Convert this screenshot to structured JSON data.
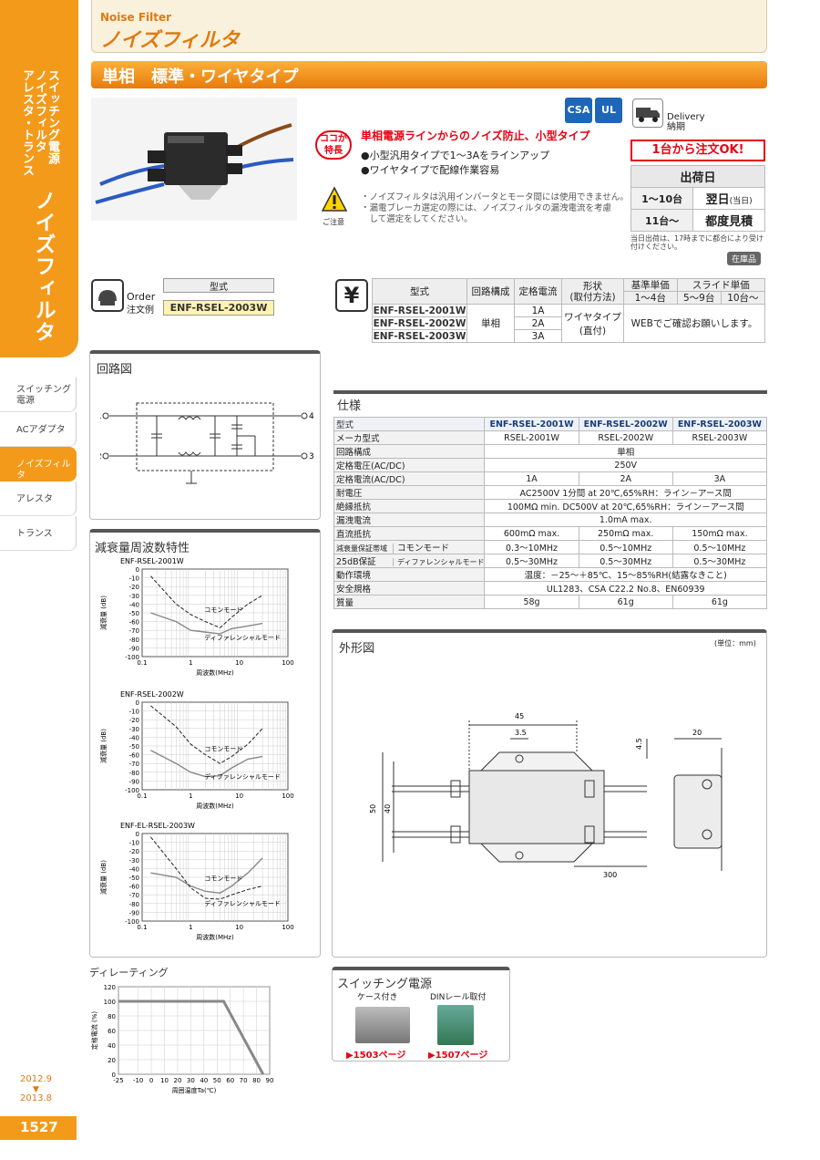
{
  "header": {
    "category_en": "Noise Filter",
    "category_jp": "ノイズフィルタ",
    "title": "単相　標準・ワイヤタイプ"
  },
  "sidebar": {
    "cat1": "スイッチング電源",
    "cat2": "ノイズフィルタ",
    "cat3": "アレスタ・トランス",
    "current": "ノイズフィルタ",
    "nav": [
      {
        "label": "スイッチング\n電源",
        "active": false
      },
      {
        "label": "ACアダプタ",
        "active": false
      },
      {
        "label": "ノイズフィルタ",
        "active": true
      },
      {
        "label": "アレスタ",
        "active": false
      },
      {
        "label": "トランス",
        "active": false
      }
    ],
    "year_from": "2012.9",
    "year_to": "2013.8",
    "page": "1527"
  },
  "badges": {
    "csa": "CSA",
    "ul": "UL"
  },
  "features": {
    "label_1": "ココが",
    "label_2": "特長",
    "headline": "単相電源ラインからのノイズ防止、小型タイプ",
    "bullets": [
      "●小型汎用タイプで1～3Aをラインアップ",
      "●ワイヤタイプで配線作業容易"
    ]
  },
  "warning": {
    "label": "ご注意",
    "lines": [
      "・ノイズフィルタは汎用インバータとモータ間には使用できません。",
      "・漏電ブレーカ選定の際には、ノイズフィルタの漏洩電流を考慮",
      "　して選定をしてください。"
    ]
  },
  "delivery": {
    "title_en": "Delivery",
    "title_jp": "納期",
    "one_unit": "1台から注文OK!",
    "ship_head": "出荷日",
    "rows": [
      {
        "qty": "1～10台",
        "when": "翌日",
        "sub": "(当日)"
      },
      {
        "qty": "11台～",
        "when": "都度見積",
        "sub": ""
      }
    ],
    "note": "当日出荷は、17時までに都合により受け付けください。",
    "stock": "在庫品"
  },
  "order": {
    "en": "Order",
    "jp": "注文例",
    "model_label": "型式",
    "example": "ENF-RSEL-2003W"
  },
  "price": {
    "headers": [
      "型式",
      "回路構成",
      "定格電流",
      "形状\n(取付方法)",
      "基準単価",
      "スライド単価"
    ],
    "sub_headers": [
      "1～4台",
      "5～9台",
      "10台～"
    ],
    "models": [
      "ENF-RSEL-2001W",
      "ENF-RSEL-2002W",
      "ENF-RSEL-2003W"
    ],
    "circuit": "単相",
    "currents": [
      "1A",
      "2A",
      "3A"
    ],
    "shape": "ワイヤタイプ\n(直付)",
    "price_note": "WEBでご確認お願いします。"
  },
  "circuit": {
    "title": "回路図",
    "pins": [
      "1",
      "2",
      "4",
      "3"
    ]
  },
  "spec": {
    "title": "仕様",
    "header": [
      "型式",
      "ENF-RSEL-2001W",
      "ENF-RSEL-2002W",
      "ENF-RSEL-2003W"
    ],
    "rows": [
      {
        "k": "メーカ型式",
        "v": [
          "RSEL-2001W",
          "RSEL-2002W",
          "RSEL-2003W"
        ]
      },
      {
        "k": "回路構成",
        "span": "単相"
      },
      {
        "k": "定格電圧(AC/DC)",
        "span": "250V"
      },
      {
        "k": "定格電流(AC/DC)",
        "v": [
          "1A",
          "2A",
          "3A"
        ]
      },
      {
        "k": "耐電圧",
        "span": "AC2500V 1分間 at 20℃,65%RH：ライン－アース間"
      },
      {
        "k": "絶縁抵抗",
        "span": "100MΩ min. DC500V at 20℃,65%RH：ライン－アース間"
      },
      {
        "k": "漏洩電流",
        "span": "1.0mA max."
      },
      {
        "k": "直流抵抗",
        "v": [
          "600mΩ max.",
          "250mΩ max.",
          "150mΩ max."
        ]
      },
      {
        "k": "コモンモード",
        "v": [
          "0.3～10MHz",
          "0.5～10MHz",
          "0.5～10MHz"
        ]
      },
      {
        "k": "ディファレンシャルモード",
        "v": [
          "0.5～30MHz",
          "0.5～30MHz",
          "0.5～30MHz"
        ]
      },
      {
        "k": "動作環境",
        "span": "温度：－25～＋85℃、15～85%RH(結露なきこと)"
      },
      {
        "k": "安全規格",
        "span": "UL1283、CSA C22.2 No.8、EN60939"
      },
      {
        "k": "質量",
        "v": [
          "58g",
          "61g",
          "61g"
        ]
      }
    ],
    "group1": "減衰量保証帯域",
    "group2": "25dB保証"
  },
  "attenuation": {
    "title": "減衰量周波数特性",
    "ylabel": "減衰量 (dB)",
    "xlabel": "周波数(MHz)",
    "ytick": [
      "0",
      "-10",
      "-20",
      "-30",
      "-40",
      "-50",
      "-60",
      "-70",
      "-80",
      "-90",
      "-100"
    ],
    "xtick": [
      "0.1",
      "1",
      "10",
      "100"
    ],
    "common": "コモンモード",
    "diff": "ディファレンシャルモード",
    "charts": [
      "ENF-RSEL-2001W",
      "ENF-RSEL-2002W",
      "ENF-EL-RSEL-2003W"
    ]
  },
  "dimension": {
    "title": "外形図",
    "unit": "(単位：mm)",
    "labels": [
      "45",
      "3.5",
      "4.5",
      "20",
      "50",
      "40",
      "300"
    ]
  },
  "derating": {
    "title": "ディレーティング",
    "ylabel": "定格電流 (%)",
    "xlabel": "周囲温度Ta(℃)",
    "yticks": [
      "120",
      "100",
      "80",
      "60",
      "40",
      "20",
      "0"
    ],
    "xticks": [
      "-25",
      "-10",
      "0",
      "10",
      "20",
      "30",
      "40",
      "50",
      "60",
      "70",
      "80",
      "90"
    ]
  },
  "chart_data": [
    {
      "type": "line",
      "title": "ディレーティング",
      "xlabel": "周囲温度Ta(℃)",
      "ylabel": "定格電流 (%)",
      "x": [
        -25,
        55,
        85
      ],
      "values": [
        100,
        100,
        0
      ],
      "xlim": [
        -25,
        90
      ],
      "ylim": [
        0,
        120
      ],
      "grid": true
    },
    {
      "type": "line",
      "title": "ENF-RSEL-2001W",
      "xlabel": "周波数(MHz)",
      "ylabel": "減衰量 (dB)",
      "xlim": [
        0.1,
        100
      ],
      "ylim": [
        -100,
        0
      ],
      "series": [
        {
          "name": "コモンモード",
          "x": [
            0.15,
            0.5,
            1,
            2,
            4,
            7,
            15,
            30
          ],
          "values": [
            -8,
            -40,
            -52,
            -60,
            -67,
            -55,
            -40,
            -30
          ]
        },
        {
          "name": "ディファレンシャルモード",
          "x": [
            0.15,
            0.5,
            1,
            2,
            4,
            7,
            15,
            30
          ],
          "values": [
            -50,
            -60,
            -70,
            -72,
            -74,
            -68,
            -65,
            -62
          ]
        }
      ]
    },
    {
      "type": "line",
      "title": "ENF-RSEL-2002W",
      "xlabel": "周波数(MHz)",
      "ylabel": "減衰量 (dB)",
      "xlim": [
        0.1,
        100
      ],
      "ylim": [
        -100,
        0
      ],
      "series": [
        {
          "name": "コモンモード",
          "x": [
            0.15,
            0.5,
            1,
            2,
            4,
            7,
            15,
            30
          ],
          "values": [
            -4,
            -28,
            -48,
            -60,
            -70,
            -62,
            -48,
            -30
          ]
        },
        {
          "name": "ディファレンシャルモード",
          "x": [
            0.15,
            0.5,
            1,
            2,
            4,
            7,
            15,
            30
          ],
          "values": [
            -55,
            -70,
            -80,
            -85,
            -84,
            -75,
            -65,
            -62
          ]
        }
      ]
    },
    {
      "type": "line",
      "title": "ENF-EL-RSEL-2003W",
      "xlabel": "周波数(MHz)",
      "ylabel": "減衰量 (dB)",
      "xlim": [
        0.1,
        100
      ],
      "ylim": [
        -100,
        0
      ],
      "series": [
        {
          "name": "コモンモード",
          "x": [
            0.15,
            0.5,
            1,
            2,
            4,
            7,
            15,
            30
          ],
          "values": [
            -45,
            -50,
            -60,
            -66,
            -68,
            -60,
            -45,
            -28
          ]
        },
        {
          "name": "ディファレンシャルモード",
          "x": [
            0.15,
            0.5,
            1,
            2,
            4,
            7,
            15,
            30
          ],
          "values": [
            -4,
            -40,
            -62,
            -74,
            -75,
            -70,
            -64,
            -60
          ]
        }
      ]
    }
  ],
  "related": {
    "title": "スイッチング電源",
    "items": [
      {
        "label": "ケース付き",
        "link": "▶1503ページ"
      },
      {
        "label": "DINレール取付",
        "link": "▶1507ページ"
      }
    ]
  }
}
